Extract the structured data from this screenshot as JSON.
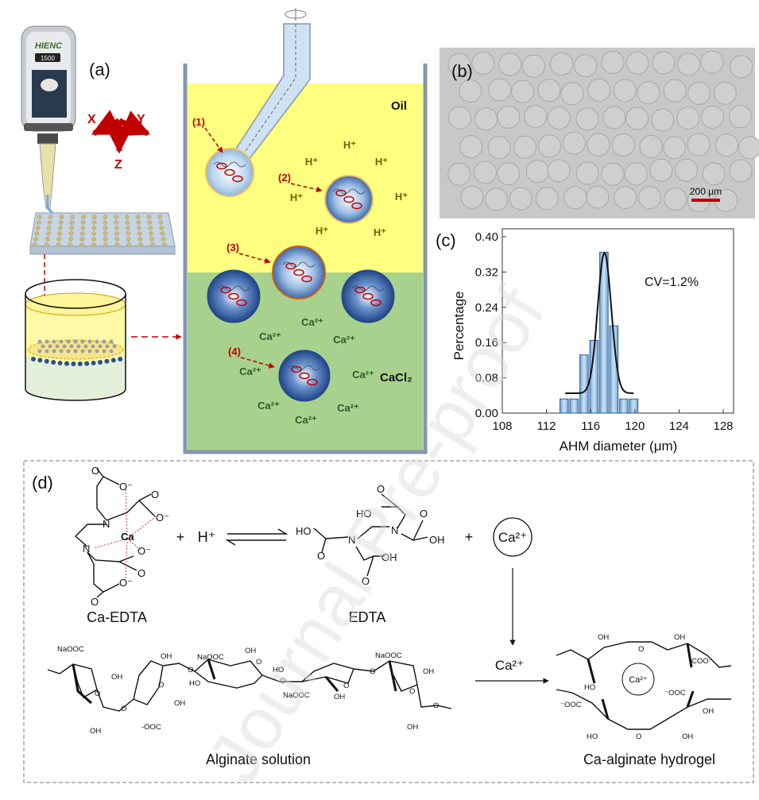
{
  "panel_a": {
    "label": "(a)",
    "device_brand": "HIENC",
    "device_display": "1500",
    "axes": {
      "x": "X",
      "y": "Y",
      "z": "Z"
    },
    "oil_label": "Oil",
    "cacl2_label": "CaCl₂",
    "steps": [
      "(1)",
      "(2)",
      "(3)",
      "(4)"
    ],
    "h_ion": "H⁺",
    "ca_ion": "Ca²⁺",
    "colors": {
      "oil": "#ffff80",
      "cacl2": "#a9d18e",
      "arrow": "#c00000",
      "vessel": "#8497b0"
    }
  },
  "panel_b": {
    "label": "(b)",
    "scale_bar": "200 µm",
    "scale_bar_color": "#c00000"
  },
  "panel_c": {
    "label": "(c)",
    "annotation": "CV=1.2%"
  },
  "chart_data": {
    "type": "bar",
    "title": "",
    "xlabel": "AHM diameter (μm)",
    "ylabel": "Percentage",
    "xlim": [
      108,
      128
    ],
    "ylim": [
      0,
      0.4
    ],
    "xticks": [
      "108",
      "112",
      "116",
      "120",
      "124",
      "128"
    ],
    "yticks": [
      "0.00",
      "0.08",
      "0.16",
      "0.24",
      "0.32",
      "0.40"
    ],
    "x": [
      113.6,
      114.5,
      115.4,
      116.3,
      117.2,
      118.1,
      119.0,
      119.9
    ],
    "values": [
      0.032,
      0.032,
      0.132,
      0.165,
      0.365,
      0.198,
      0.032,
      0.032
    ],
    "fit": {
      "type": "gaussian",
      "mean": 117.25,
      "sigma": 0.62,
      "baseline": 0.045,
      "amplitude": 0.318,
      "range": [
        113.7,
        119.9
      ]
    },
    "bar_color": "#9dc3e6",
    "grid": false,
    "legend": "none"
  },
  "panel_d": {
    "label": "(d)",
    "ca_edta": "Ca-EDTA",
    "edta": "EDTA",
    "plus": "+",
    "h_ion": "H⁺",
    "ca_ion": "Ca²⁺",
    "alginate_solution": "Alginate solution",
    "ca_alginate": "Ca-alginate hydrogel",
    "atoms": {
      "o": "O",
      "o_minus": "O⁻",
      "n": "N",
      "ca": "Ca",
      "ho": "HO",
      "oh": "OH",
      "naooc": "NaOOC",
      "mooc": "-OOC",
      "coo": "COO⁻",
      "ooc": "⁻OOC"
    }
  },
  "watermark": "Journal Pre-proof"
}
